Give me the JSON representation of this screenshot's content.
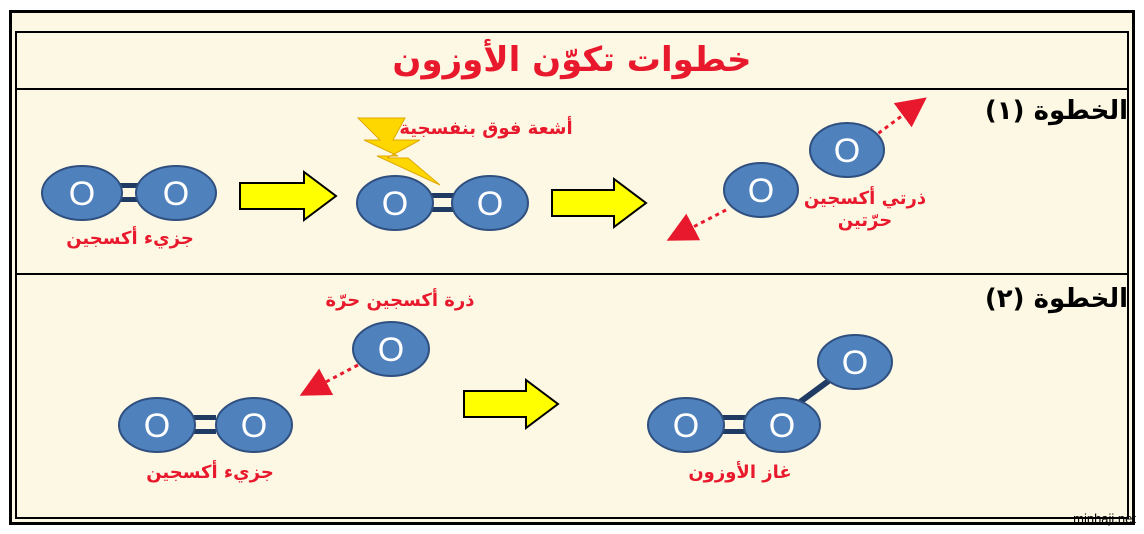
{
  "title": "خطوات تكوّن الأوزون",
  "atom_symbol": "O",
  "step1": {
    "label": "الخطوة (١)",
    "molecule_label": "جزيء أكسجين",
    "uv_label": "أشعة فوق بنفسجية",
    "free_atoms_label_line1": "ذرتي أكسجين",
    "free_atoms_label_line2": "حرّتين"
  },
  "step2": {
    "label": "الخطوة (٢)",
    "free_atom_label": "ذرة أكسجين حرّة",
    "molecule_label": "جزيء أكسجين",
    "ozone_label": "غاز الأوزون"
  },
  "credit": "minhaji.net",
  "colors": {
    "atom_fill": "#4f81bd",
    "atom_stroke": "#2f4f7f",
    "label_red": "#e8192c",
    "arrow_yellow": "#ffff00",
    "lightning": "#ffd700",
    "background": "#fdf8e4"
  }
}
